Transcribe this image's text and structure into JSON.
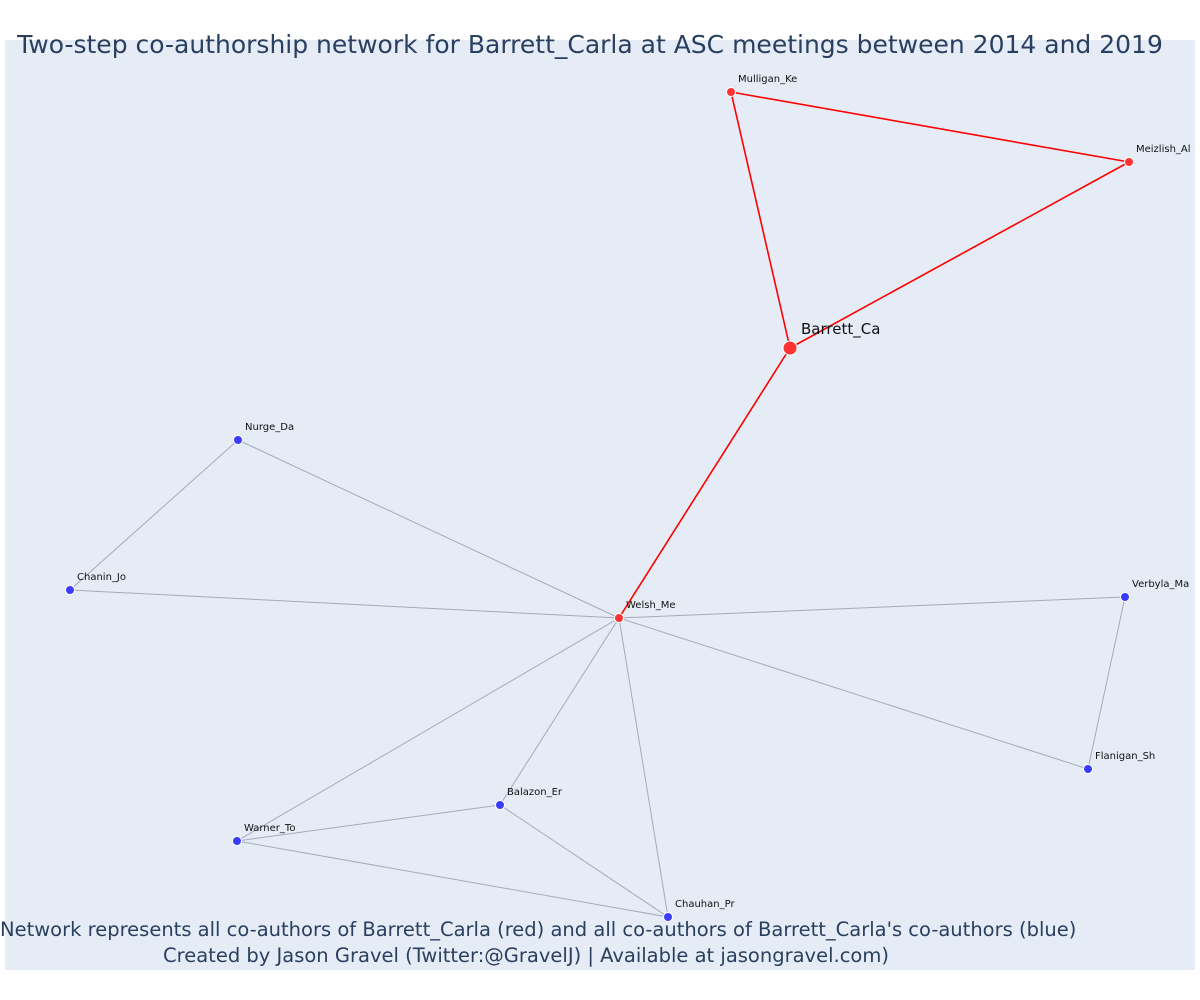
{
  "title": "Two-step co-authorship network for Barrett_Carla at ASC meetings between 2014 and 2019",
  "footer": {
    "line1": "Network represents all co-authors of Barrett_Carla (red) and all co-authors of Barrett_Carla's co-authors (blue)",
    "line2": "Created by Jason Gravel (Twitter:@GravelJ) | Available at jasongravel.com)"
  },
  "colors": {
    "background": "#e5ecf6",
    "red_node": "#ff3333",
    "blue_node": "#3b3bff",
    "red_edge": "#ff0000",
    "grey_edge": "#a8a8bc",
    "text": "#2a3f5f"
  },
  "nodes": [
    {
      "id": "Barrett_Ca",
      "group": "focal"
    },
    {
      "id": "Mulligan_Ke",
      "group": "red"
    },
    {
      "id": "Meizlish_Al",
      "group": "red"
    },
    {
      "id": "Welsh_Me",
      "group": "red"
    },
    {
      "id": "Nurge_Da",
      "group": "blue"
    },
    {
      "id": "Chanin_Jo",
      "group": "blue"
    },
    {
      "id": "Verbyla_Ma",
      "group": "blue"
    },
    {
      "id": "Flanigan_Sh",
      "group": "blue"
    },
    {
      "id": "Balazon_Er",
      "group": "blue"
    },
    {
      "id": "Warner_To",
      "group": "blue"
    },
    {
      "id": "Chauhan_Pr",
      "group": "blue"
    }
  ],
  "edges": [
    {
      "source": "Barrett_Ca",
      "target": "Mulligan_Ke",
      "type": "red"
    },
    {
      "source": "Barrett_Ca",
      "target": "Meizlish_Al",
      "type": "red"
    },
    {
      "source": "Mulligan_Ke",
      "target": "Meizlish_Al",
      "type": "red"
    },
    {
      "source": "Barrett_Ca",
      "target": "Welsh_Me",
      "type": "red"
    },
    {
      "source": "Welsh_Me",
      "target": "Nurge_Da",
      "type": "grey"
    },
    {
      "source": "Welsh_Me",
      "target": "Chanin_Jo",
      "type": "grey"
    },
    {
      "source": "Nurge_Da",
      "target": "Chanin_Jo",
      "type": "grey"
    },
    {
      "source": "Welsh_Me",
      "target": "Verbyla_Ma",
      "type": "grey"
    },
    {
      "source": "Welsh_Me",
      "target": "Flanigan_Sh",
      "type": "grey"
    },
    {
      "source": "Verbyla_Ma",
      "target": "Flanigan_Sh",
      "type": "grey"
    },
    {
      "source": "Welsh_Me",
      "target": "Balazon_Er",
      "type": "grey"
    },
    {
      "source": "Welsh_Me",
      "target": "Warner_To",
      "type": "grey"
    },
    {
      "source": "Welsh_Me",
      "target": "Chauhan_Pr",
      "type": "grey"
    },
    {
      "source": "Warner_To",
      "target": "Balazon_Er",
      "type": "grey"
    },
    {
      "source": "Warner_To",
      "target": "Chauhan_Pr",
      "type": "grey"
    },
    {
      "source": "Balazon_Er",
      "target": "Chauhan_Pr",
      "type": "grey"
    }
  ]
}
